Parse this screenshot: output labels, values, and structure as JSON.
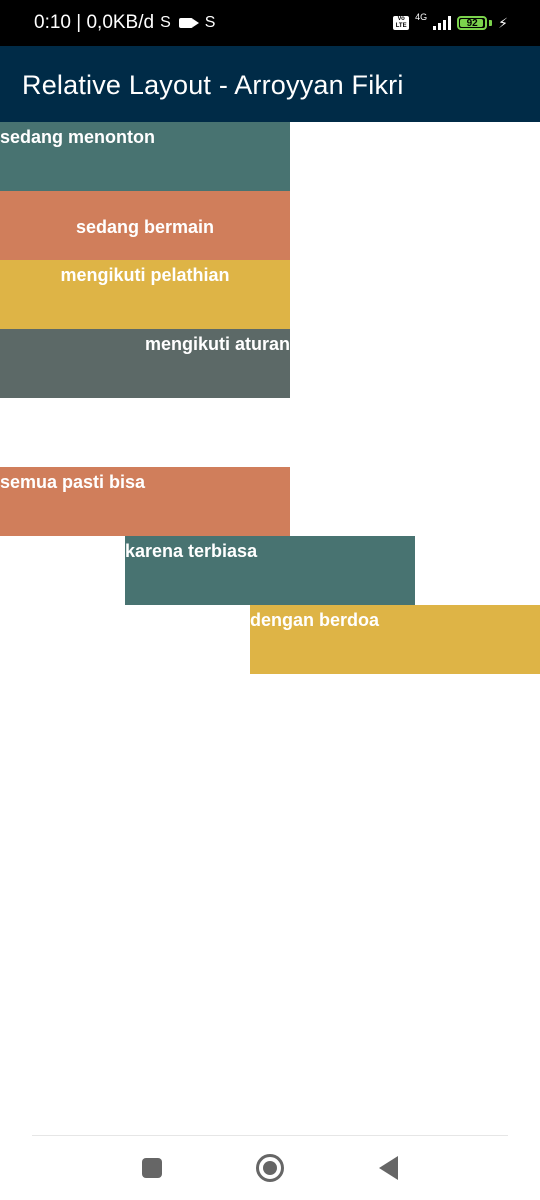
{
  "status_bar": {
    "time_text": "0:10 | 0,0KB/d",
    "network_label": "4G",
    "volte_label": "Vo LTE",
    "battery_level": "92",
    "icons": [
      "s-icon",
      "video-camera-icon",
      "s-icon",
      "volte-icon",
      "signal-icon",
      "battery-icon",
      "charging-bolt-icon"
    ]
  },
  "app_bar": {
    "title": "Relative Layout - Arroyyan Fikri",
    "color": "#002b47"
  },
  "blocks": [
    {
      "label": "sedang menonton",
      "color": "#487371"
    },
    {
      "label": "sedang bermain",
      "color": "#d07e5b"
    },
    {
      "label": "mengikuti pelathian",
      "color": "#deb446"
    },
    {
      "label": "mengikuti aturan",
      "color": "#5c6967"
    },
    {
      "label": "semua pasti bisa",
      "color": "#d07e5b"
    },
    {
      "label": "karena terbiasa",
      "color": "#487371"
    },
    {
      "label": "dengan berdoa",
      "color": "#deb446"
    }
  ],
  "nav_bar": {
    "icons": [
      "recents-square-icon",
      "home-circle-icon",
      "back-triangle-icon"
    ]
  }
}
